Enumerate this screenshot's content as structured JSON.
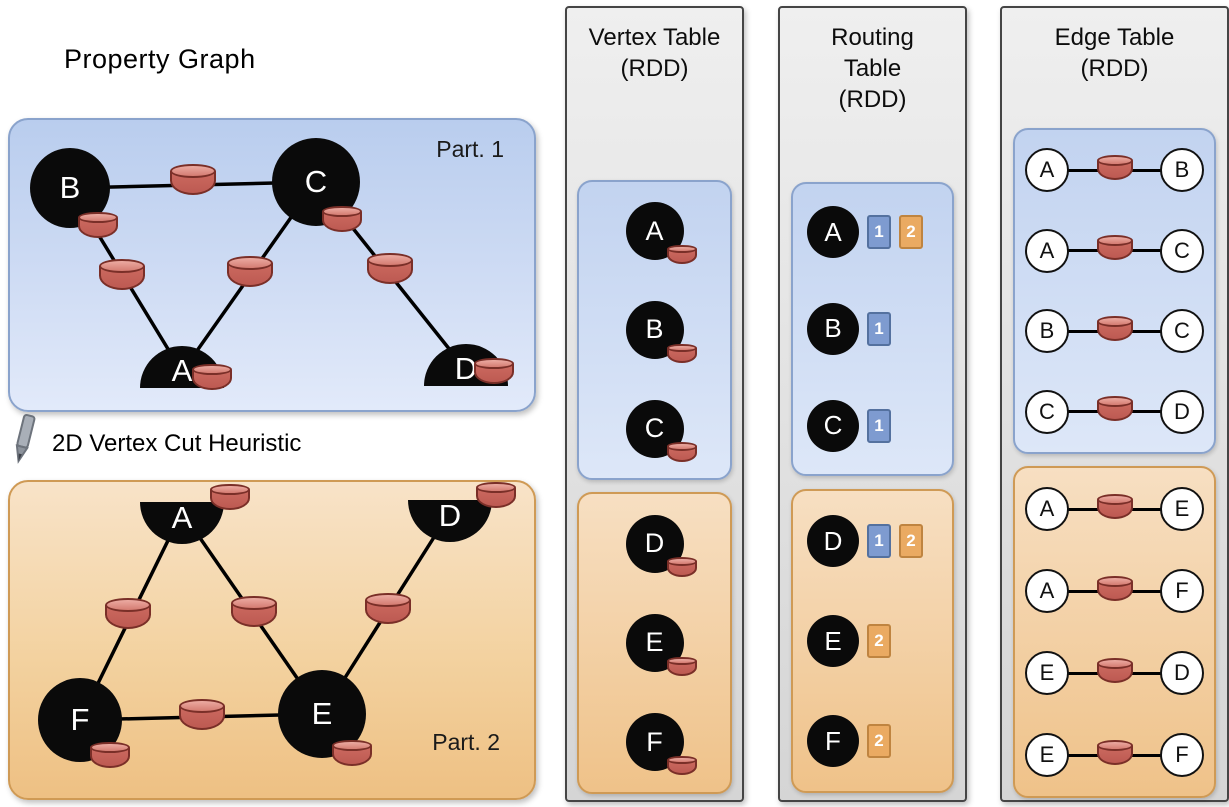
{
  "graph": {
    "title": "Property Graph",
    "cut_label": "2D Vertex Cut Heuristic",
    "part1": {
      "label": "Part. 1",
      "vertices": [
        "B",
        "C",
        "A",
        "D"
      ]
    },
    "part2": {
      "label": "Part. 2",
      "vertices": [
        "A",
        "D",
        "F",
        "E"
      ]
    }
  },
  "vertex_table": {
    "header": [
      "Vertex Table",
      "(RDD)"
    ],
    "part1": [
      "A",
      "B",
      "C"
    ],
    "part2": [
      "D",
      "E",
      "F"
    ]
  },
  "routing_table": {
    "header": [
      "Routing",
      "Table",
      "(RDD)"
    ],
    "part1": [
      {
        "vertex": "A",
        "badges": [
          "1",
          "2"
        ]
      },
      {
        "vertex": "B",
        "badges": [
          "1"
        ]
      },
      {
        "vertex": "C",
        "badges": [
          "1"
        ]
      }
    ],
    "part2": [
      {
        "vertex": "D",
        "badges": [
          "1",
          "2"
        ]
      },
      {
        "vertex": "E",
        "badges": [
          "2"
        ]
      },
      {
        "vertex": "F",
        "badges": [
          "2"
        ]
      }
    ]
  },
  "edge_table": {
    "header": [
      "Edge Table",
      "(RDD)"
    ],
    "part1": [
      {
        "src": "A",
        "dst": "B"
      },
      {
        "src": "A",
        "dst": "C"
      },
      {
        "src": "B",
        "dst": "C"
      },
      {
        "src": "C",
        "dst": "D"
      }
    ],
    "part2": [
      {
        "src": "A",
        "dst": "E"
      },
      {
        "src": "A",
        "dst": "F"
      },
      {
        "src": "E",
        "dst": "D"
      },
      {
        "src": "E",
        "dst": "F"
      }
    ]
  },
  "colors": {
    "partition1_fill": "#c9d8f2",
    "partition1_border": "#8aa3cc",
    "partition2_fill": "#f3d2a0",
    "partition2_border": "#cf9a55",
    "column_fill": "#e0e0e0",
    "column_border": "#454545",
    "cylinder_fill": "#c3625a",
    "cylinder_top": "#e8a59d",
    "cylinder_border": "#7a2f28",
    "badge_1": "#7e9bd0",
    "badge_2": "#eaaa62",
    "vertex_fill": "#0a0a0a",
    "edge_color": "#000000"
  }
}
